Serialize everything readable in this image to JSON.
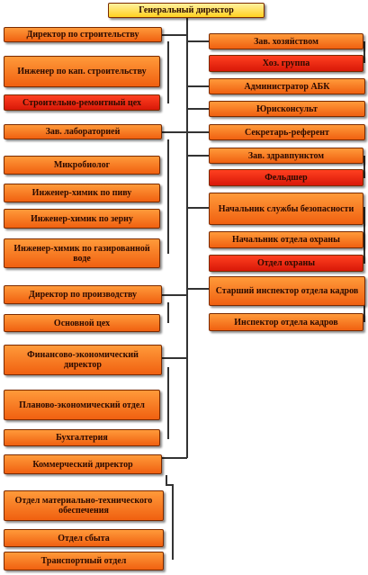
{
  "nodes": {
    "general_director": "Генеральный директор",
    "construction_director": "Директор по строительству",
    "capital_construction_engineer": "Инженер по кап. строительству",
    "repair_construction_shop": "Строительно-ремонтный цех",
    "head_laboratory": "Зав. лабораторией",
    "microbiologist": "Микробиолог",
    "chemist_beer": "Инженер-химик по пиву",
    "chemist_grain": "Инженер-химик по зерну",
    "chemist_water": "Инженер-химик по газированной воде",
    "production_director": "Директор по производству",
    "main_shop": "Основной цех",
    "finance_director": "Финансово-экономический директор",
    "planning_department": "Планово-экономический отдел",
    "accounting": "Бухгалтерия",
    "commercial_director": "Коммерческий директор",
    "mts_department": "Отдел материально-технического обеспечения",
    "sales_department": "Отдел сбыта",
    "transport_department": "Транспортный отдел",
    "head_household": "Зав. хозяйством",
    "household_group": "Хоз. группа",
    "abk_administrator": "Администратор АБК",
    "legal_counsel": "Юрисконсульт",
    "secretary": "Секретарь-референт",
    "head_medical": "Зав. здравпунктом",
    "paramedic": "Фельдшер",
    "security_head": "Начальник службы безопасности",
    "guard_head": "Начальник отдела охраны",
    "guard_department": "Отдел охраны",
    "hr_senior": "Старший инспектор отдела кадров",
    "hr_inspector": "Инспектор отдела кадров"
  },
  "colors": {
    "root": "#ffd020",
    "orange": "#f07020",
    "red": "#e02010",
    "line": "#333333"
  }
}
